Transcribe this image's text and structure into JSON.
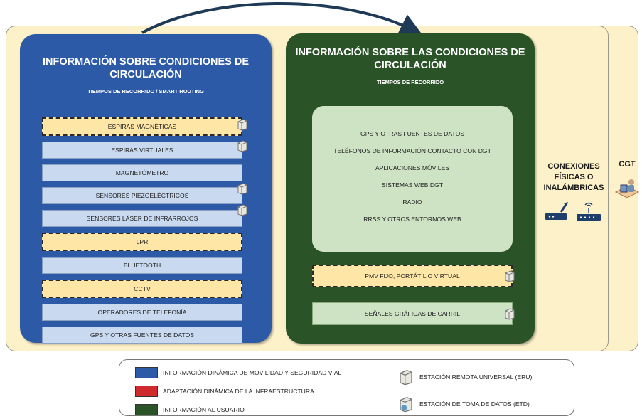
{
  "colors": {
    "blue": "#2c5aa6",
    "red": "#cf2b2e",
    "green": "#2b5328",
    "cream": "#fdf1c9",
    "light_green": "#cde3c4",
    "light_blue": "#c9daf0",
    "dashed_yellow": "#fde6a6"
  },
  "left_panel": {
    "title": "INFORMACIÓN SOBRE CONDICIONES DE CIRCULACIÓN",
    "subtitle": "TIEMPOS DE RECORRIDO / SMART ROUTING",
    "items": [
      {
        "label": "ESPIRAS MAGNÉTICAS",
        "style": "dashed",
        "icon": "eru-icon"
      },
      {
        "label": "ESPIRAS VIRTUALES",
        "style": "plain",
        "icon": "eru-icon"
      },
      {
        "label": "MAGNETÓMETRO",
        "style": "plain",
        "icon": ""
      },
      {
        "label": "SENSORES PIEZOELÉCTRICOS",
        "style": "plain",
        "icon": "eru-icon"
      },
      {
        "label": "SENSORES LÁSER DE INFRARROJOS",
        "style": "plain",
        "icon": "eru-icon"
      },
      {
        "label": "LPR",
        "style": "dashed",
        "icon": ""
      },
      {
        "label": "BLUETOOTH",
        "style": "plain",
        "icon": ""
      },
      {
        "label": "CCTV",
        "style": "dashed",
        "icon": ""
      },
      {
        "label": "OPERADORES DE TELEFONÍA",
        "style": "plain",
        "icon": ""
      },
      {
        "label": "GPS Y OTRAS FUENTES DE DATOS",
        "style": "plain",
        "icon": ""
      }
    ]
  },
  "right_panel": {
    "title": "INFORMACIÓN SOBRE LAS CONDICIONES DE CIRCULACIÓN",
    "subtitle": "TIEMPOS DE RECORRIDO",
    "sources": [
      "GPS Y OTRAS FUENTES DE DATOS",
      "TELÉFONOS DE INFORMACIÓN CONTACTO CON DGT",
      "APLICACIONES MÓVILES",
      "SISTEMAS WEB DGT",
      "RADIO",
      "RRSS Y OTROS ENTORNOS WEB"
    ],
    "outputs": [
      {
        "label": "PMV FIJO, PORTÁTIL O VIRTUAL",
        "style": "dashed"
      },
      {
        "label": "SEÑALES GRÁFICAS DE CARRIL",
        "style": "plain"
      }
    ]
  },
  "connections_label": "CONEXIONES FÍSICAS O INALÁMBRICAS",
  "cgt_label": "CGT",
  "legend": {
    "left": [
      {
        "label": "INFORMACIÓN DINÁMICA DE MOVILIDAD Y SEGURIDAD VIAL",
        "color": "#2c5aa6"
      },
      {
        "label": "ADAPTACIÓN DINÁMICA DE LA INFRAESTRUCTURA",
        "color": "#cf2b2e"
      },
      {
        "label": "INFORMACIÓN AL USUARIO",
        "color": "#2b5328"
      }
    ],
    "right": [
      {
        "label": "ESTACIÓN REMOTA UNIVERSAL (ERU)",
        "icon": "eru-icon"
      },
      {
        "label": "ESTACIÓN DE TOMA DE DATOS (ETD)",
        "icon": "etd-icon"
      }
    ]
  }
}
